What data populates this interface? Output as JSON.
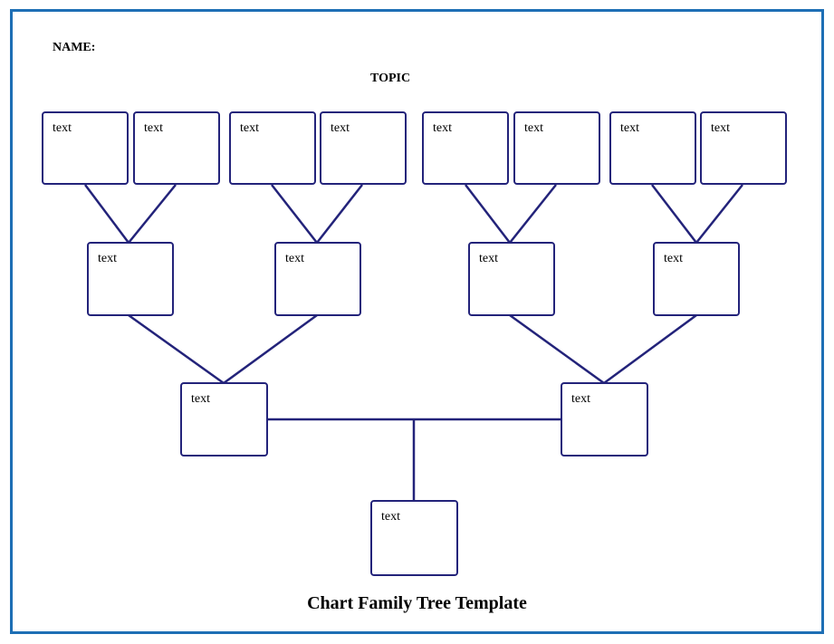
{
  "header": {
    "name_label": "NAME:",
    "topic_label": "TOPIC"
  },
  "footer": {
    "title": "Chart Family Tree Template"
  },
  "colors": {
    "frame_border": "#1e6fb5",
    "box_border": "#23237a",
    "connector": "#23237a"
  },
  "tree": {
    "ggp": [
      "text",
      "text",
      "text",
      "text",
      "text",
      "text",
      "text",
      "text"
    ],
    "grandparents": [
      "text",
      "text",
      "text",
      "text"
    ],
    "parents": [
      "text",
      "text"
    ],
    "root": "text"
  }
}
